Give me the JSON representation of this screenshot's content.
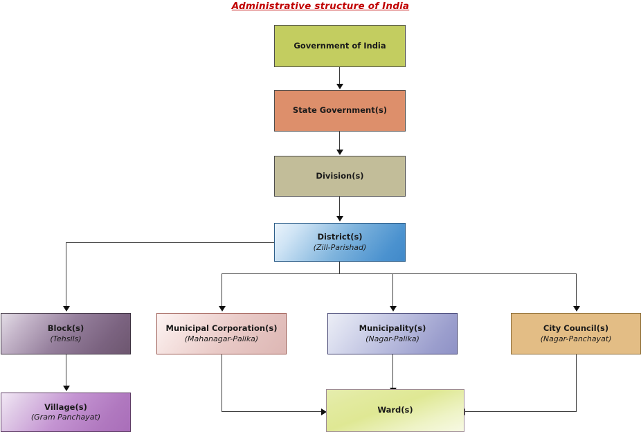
{
  "title": "Administrative structure of India",
  "diagram": {
    "type": "flowchart",
    "title_color": "#c00000",
    "background": "#ffffff",
    "nodes": [
      {
        "id": "government-of-india",
        "label": "Government of India",
        "sublabel": "",
        "fill": "#c3cd60",
        "border": "#4d4d4d",
        "level": 1
      },
      {
        "id": "state-government",
        "label": "State Government(s)",
        "sublabel": "",
        "fill": "#dd8f6b",
        "border": "#4d4d4d",
        "level": 2
      },
      {
        "id": "division",
        "label": "Division(s)",
        "sublabel": "",
        "fill": "#c2bd99",
        "border": "#4d4d4d",
        "level": 3
      },
      {
        "id": "district",
        "label": "District(s)",
        "sublabel": "(Zill-Parishad)",
        "fill": "#5b9bd5",
        "border": "#2e5f8a",
        "level": 4
      },
      {
        "id": "block",
        "label": "Block(s)",
        "sublabel": "(Tehsils)",
        "fill": "#7e6383",
        "border": "#3a2f3d",
        "level": 5
      },
      {
        "id": "municipal-corporation",
        "label": "Municipal Corporation(s)",
        "sublabel": "(Mahanagar-Palika)",
        "fill": "#e7c3c1",
        "border": "#9c5a52",
        "level": 5
      },
      {
        "id": "municipality",
        "label": "Municipality(s)",
        "sublabel": "(Nagar-Palika)",
        "fill": "#9a9ccc",
        "border": "#3f3f6e",
        "level": 5
      },
      {
        "id": "city-council",
        "label": "City Council(s)",
        "sublabel": "(Nagar-Panchayat)",
        "fill": "#e3bd85",
        "border": "#8a6a33",
        "level": 5
      },
      {
        "id": "village",
        "label": "Village(s)",
        "sublabel": "(Gram Panchayat)",
        "fill": "#bb7fc9",
        "border": "#5c3a63",
        "level": 6
      },
      {
        "id": "ward",
        "label": "Ward(s)",
        "sublabel": "",
        "fill": "#dde79a",
        "border": "#9d8a96",
        "level": 6
      }
    ],
    "edges": [
      {
        "from": "government-of-india",
        "to": "state-government"
      },
      {
        "from": "state-government",
        "to": "division"
      },
      {
        "from": "division",
        "to": "district"
      },
      {
        "from": "district",
        "to": "block"
      },
      {
        "from": "district",
        "to": "municipal-corporation"
      },
      {
        "from": "district",
        "to": "municipality"
      },
      {
        "from": "district",
        "to": "city-council"
      },
      {
        "from": "block",
        "to": "village"
      },
      {
        "from": "municipal-corporation",
        "to": "ward"
      },
      {
        "from": "municipality",
        "to": "ward"
      },
      {
        "from": "city-council",
        "to": "ward"
      }
    ]
  }
}
